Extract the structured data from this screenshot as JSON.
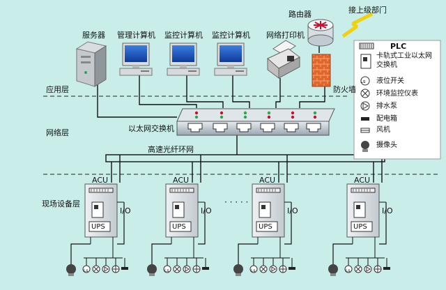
{
  "top": {
    "devices": [
      "服务器",
      "管理计算机",
      "监控计算机",
      "监控计算机",
      "网络打印机"
    ],
    "router": "路由器",
    "uplink": "接上级部门",
    "firewall": "防火墙"
  },
  "layers": {
    "app": "应用层",
    "network": "网络层",
    "field": "现场设备层"
  },
  "network": {
    "switch": "以太网交换机",
    "ring": "高速光纤环网"
  },
  "legend": [
    {
      "icon": "plc-icon",
      "label": "PLC"
    },
    {
      "icon": "ethernet-switch-icon",
      "label": "卡轨式工业以太网交换机"
    },
    {
      "icon": "level-switch-icon",
      "label": "液位开关"
    },
    {
      "icon": "env-monitor-icon",
      "label": "环境监控仪表"
    },
    {
      "icon": "pump-icon",
      "label": "排水泵"
    },
    {
      "icon": "distribution-box-icon",
      "label": "配电箱"
    },
    {
      "icon": "fan-icon",
      "label": "风机"
    },
    {
      "icon": "camera-icon",
      "label": "摄像头"
    }
  ],
  "legend_symbols": {
    "level": "Ls"
  },
  "field": {
    "acu": "ACU",
    "io": "I/O",
    "ups": "UPS",
    "ellipsis": "· · · · ·",
    "units": 4
  }
}
